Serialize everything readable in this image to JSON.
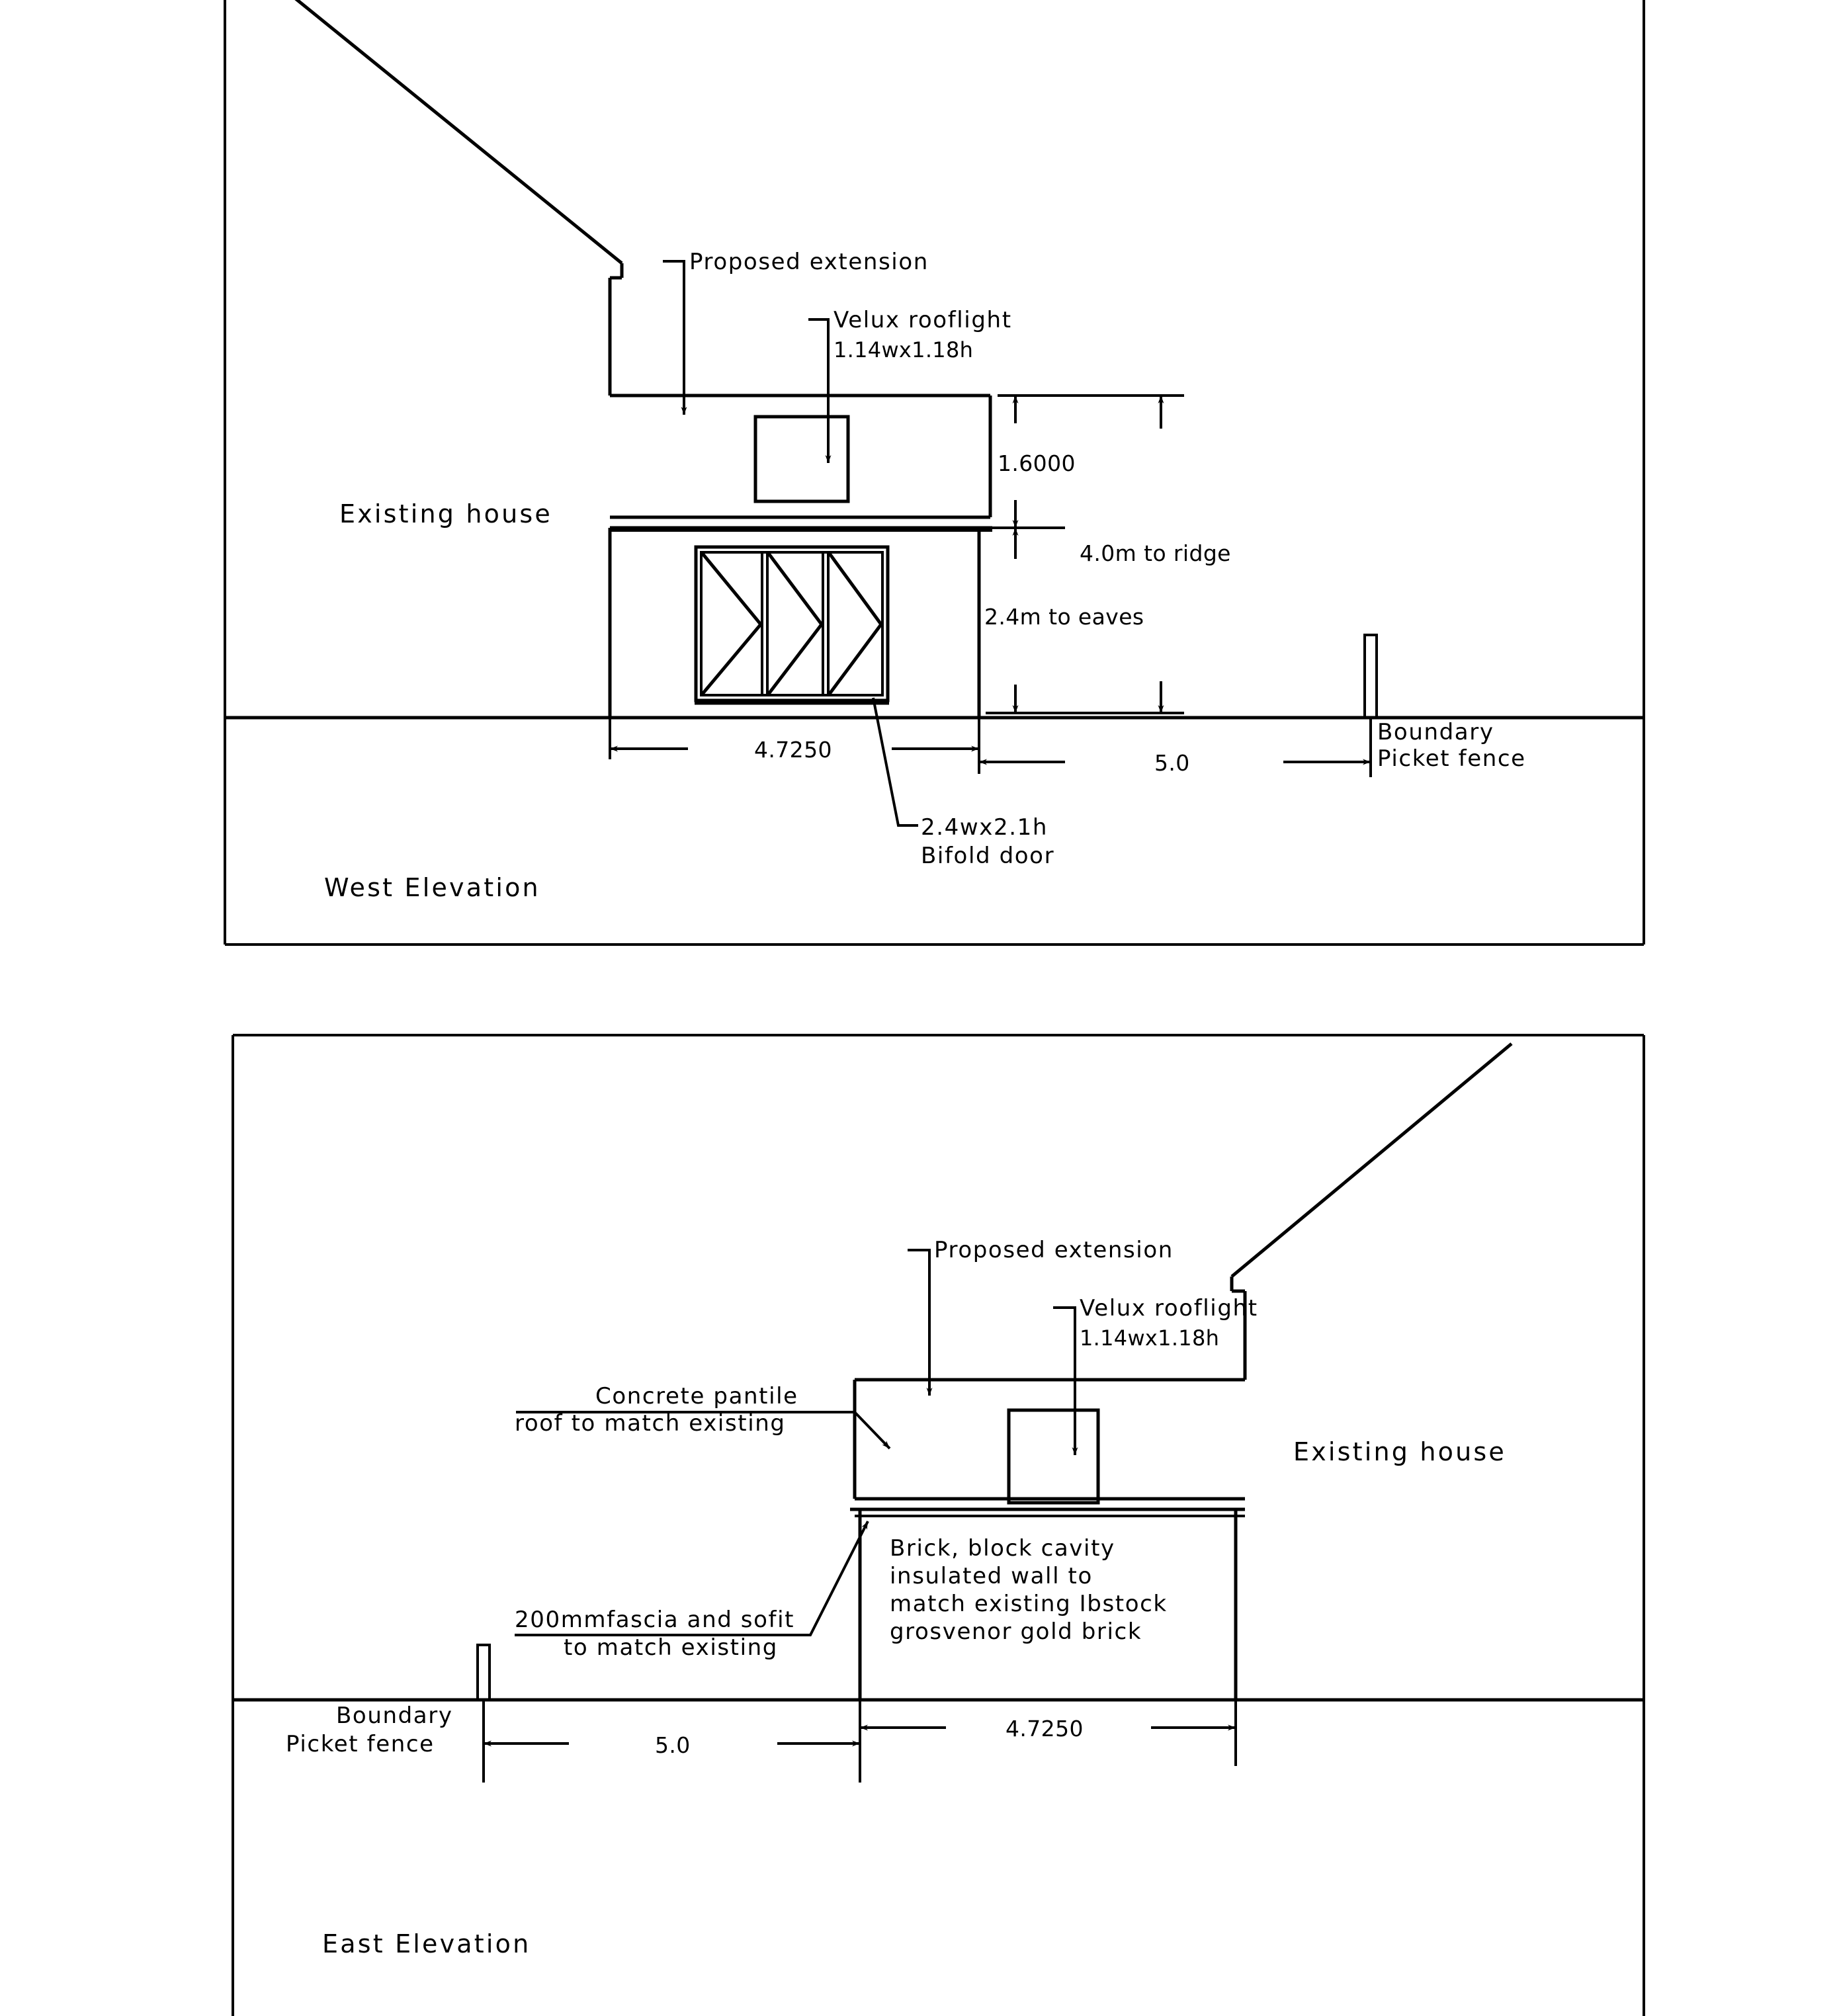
{
  "drawing": {
    "title_west": "West Elevation",
    "title_east": "East Elevation"
  },
  "west_elevation": {
    "title": "West Elevation",
    "existing_house_label": "Existing house",
    "proposed_extension_label": "Proposed extension",
    "velux_label_line1": "Velux rooflight",
    "velux_label_line2": "1.14wx1.18h",
    "bifold_label_line1": "2.4wx2.1h",
    "bifold_label_line2": "Bifold door",
    "boundary_label_line1": "Boundary",
    "boundary_label_line2": "Picket fence",
    "dim_roof_height": "1.6000",
    "dim_to_ridge": "4.0m to ridge",
    "dim_to_eaves": "2.4m to eaves",
    "dim_width": "4.7250",
    "dim_boundary_offset": "5.0"
  },
  "east_elevation": {
    "title": "East Elevation",
    "existing_house_label": "Existing house",
    "proposed_extension_label": "Proposed extension",
    "velux_label_line1": "Velux rooflight",
    "velux_label_line2": "1.14wx1.18h",
    "pantile_label_line1": "Concrete pantile",
    "pantile_label_line2": "roof to match existing",
    "fascia_label_line1": "200mmfascia and sofit",
    "fascia_label_line2": "to match existing",
    "wall_label_line1": "Brick, block cavity",
    "wall_label_line2": "insulated wall to",
    "wall_label_line3": "match existing Ibstock",
    "wall_label_line4": "grosvenor gold brick",
    "boundary_label_line1": "Boundary",
    "boundary_label_line2": "Picket fence",
    "dim_boundary_offset": "5.0",
    "dim_width": "4.7250"
  },
  "colors": {
    "ink": "#000000",
    "paper": "#ffffff"
  }
}
